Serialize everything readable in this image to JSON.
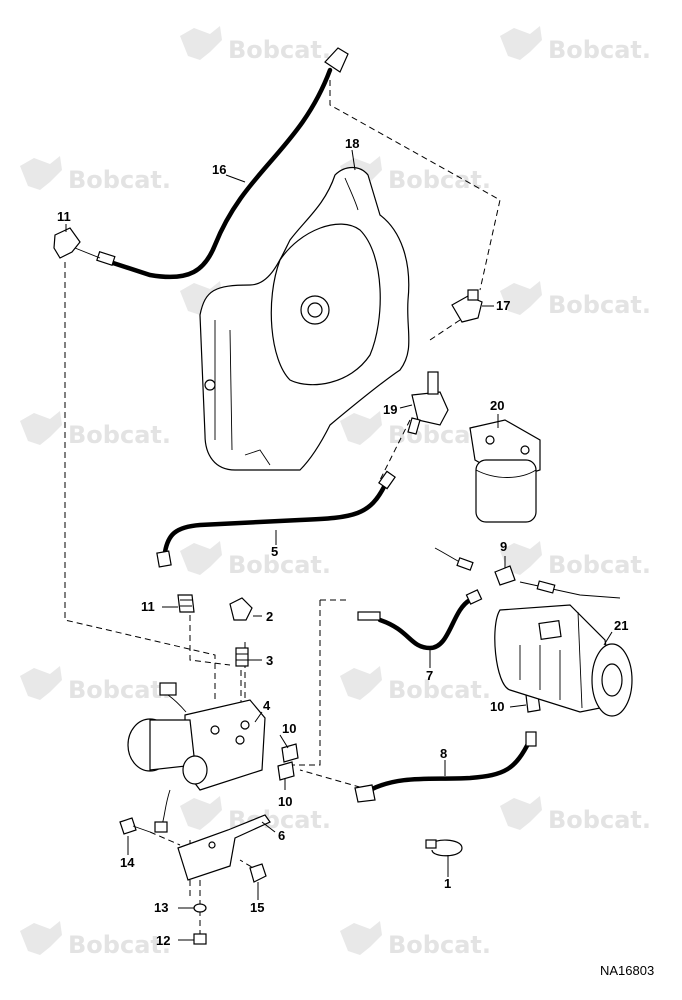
{
  "watermark": {
    "text": "Bobcat."
  },
  "callouts": [
    {
      "id": "c1",
      "label": "1"
    },
    {
      "id": "c2",
      "label": "2"
    },
    {
      "id": "c3",
      "label": "3"
    },
    {
      "id": "c4",
      "label": "4"
    },
    {
      "id": "c5",
      "label": "5"
    },
    {
      "id": "c6",
      "label": "6"
    },
    {
      "id": "c7",
      "label": "7"
    },
    {
      "id": "c8",
      "label": "8"
    },
    {
      "id": "c9",
      "label": "9"
    },
    {
      "id": "c10a",
      "label": "10"
    },
    {
      "id": "c10b",
      "label": "10"
    },
    {
      "id": "c10c",
      "label": "10"
    },
    {
      "id": "c11a",
      "label": "11"
    },
    {
      "id": "c11b",
      "label": "11"
    },
    {
      "id": "c12",
      "label": "12"
    },
    {
      "id": "c13",
      "label": "13"
    },
    {
      "id": "c14",
      "label": "14"
    },
    {
      "id": "c15",
      "label": "15"
    },
    {
      "id": "c16",
      "label": "16"
    },
    {
      "id": "c17",
      "label": "17"
    },
    {
      "id": "c18",
      "label": "18"
    },
    {
      "id": "c19",
      "label": "19"
    },
    {
      "id": "c20",
      "label": "20"
    },
    {
      "id": "c21",
      "label": "21"
    }
  ],
  "reference": "NA16803"
}
